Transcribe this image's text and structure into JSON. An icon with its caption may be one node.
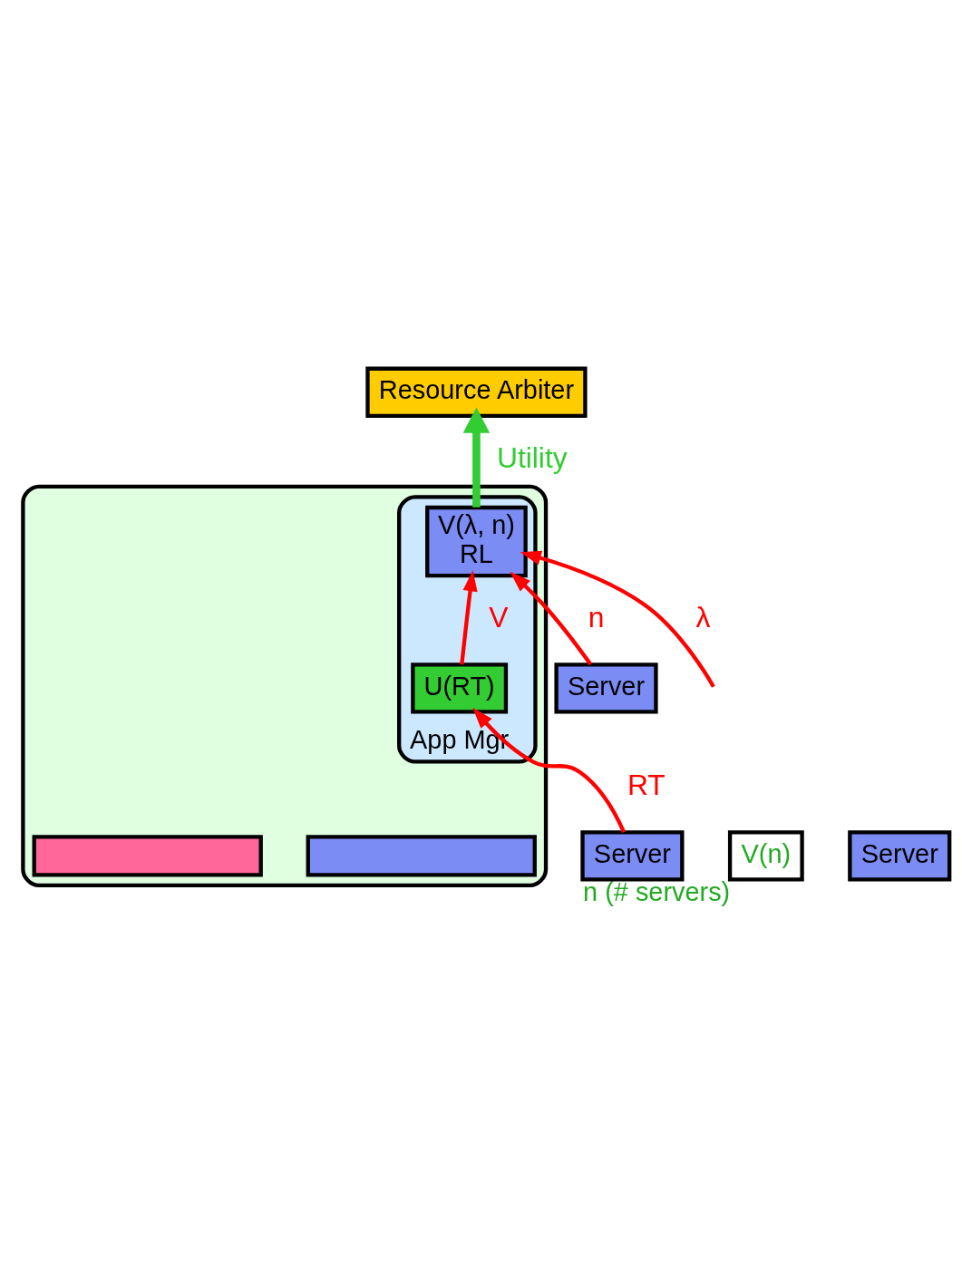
{
  "diagram": {
    "nodes": [
      {
        "text": [
          "Resource Arbiter"
        ]
      },
      {
        "text": [],
        "shape": "box"
      },
      {
        "text": [
          "App Mgr"
        ],
        "in": 1
      },
      {
        "text": [
          "V(λ, n)",
          "RL"
        ],
        "in": 2
      },
      {
        "text": [
          "U(RT)"
        ],
        "in": 2
      },
      {
        "text": [
          "V(n)"
        ],
        "beside": [
          "n (# servers)"
        ]
      },
      {
        "text": [],
        "shape": "box",
        "in": 1
      },
      {
        "text": [],
        "shape": "box",
        "in": 1
      },
      {
        "text": [
          "Server"
        ]
      },
      {
        "text": [
          "Server"
        ]
      },
      {
        "text": [
          "Server"
        ]
      }
    ],
    "edges": [
      {
        "from": 3,
        "to": 0,
        "arrow": "to",
        "label": "Utility",
        "color": "#33cc33",
        "style": "thick"
      },
      {
        "from": null,
        "to": 3,
        "arrow": "to",
        "label": "λ"
      },
      {
        "from": 4,
        "to": 3,
        "arrow": "to",
        "label": "V"
      },
      {
        "from": 8,
        "to": 3,
        "arrow": "to",
        "label": "n"
      },
      {
        "from": 10,
        "to": 4,
        "arrow": "to",
        "label": "RT"
      }
    ]
  }
}
